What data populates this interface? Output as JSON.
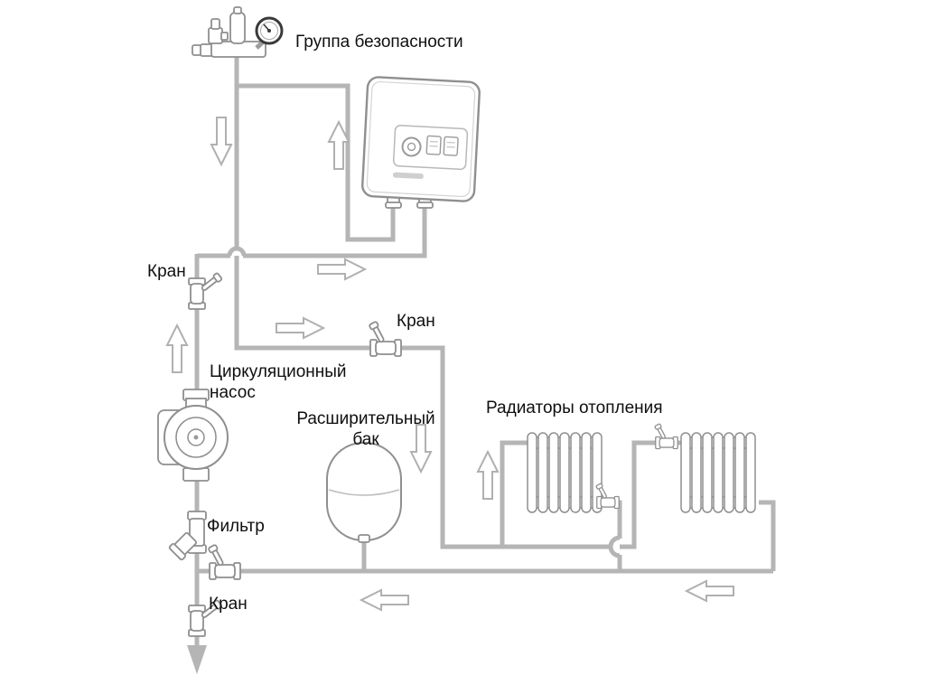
{
  "diagram": {
    "labels": {
      "safety_group": "Группа безопасности",
      "valve_top": "Кран",
      "valve_supply": "Кран",
      "pump_line1": "Циркуляционный",
      "pump_line2": "насос",
      "tank_line1": "Расширительный",
      "tank_line2": "бак",
      "radiators": "Радиаторы отопления",
      "filter": "Фильтр",
      "valve_bottom": "Кран"
    },
    "colors": {
      "background": "#ffffff",
      "pipe": "#b5b5b5",
      "equipment_outline": "#8f8f8f",
      "arrow_outline": "#b0b0b0",
      "gauge_ring": "#3a3a3a",
      "text": "#0f0f0f"
    }
  }
}
